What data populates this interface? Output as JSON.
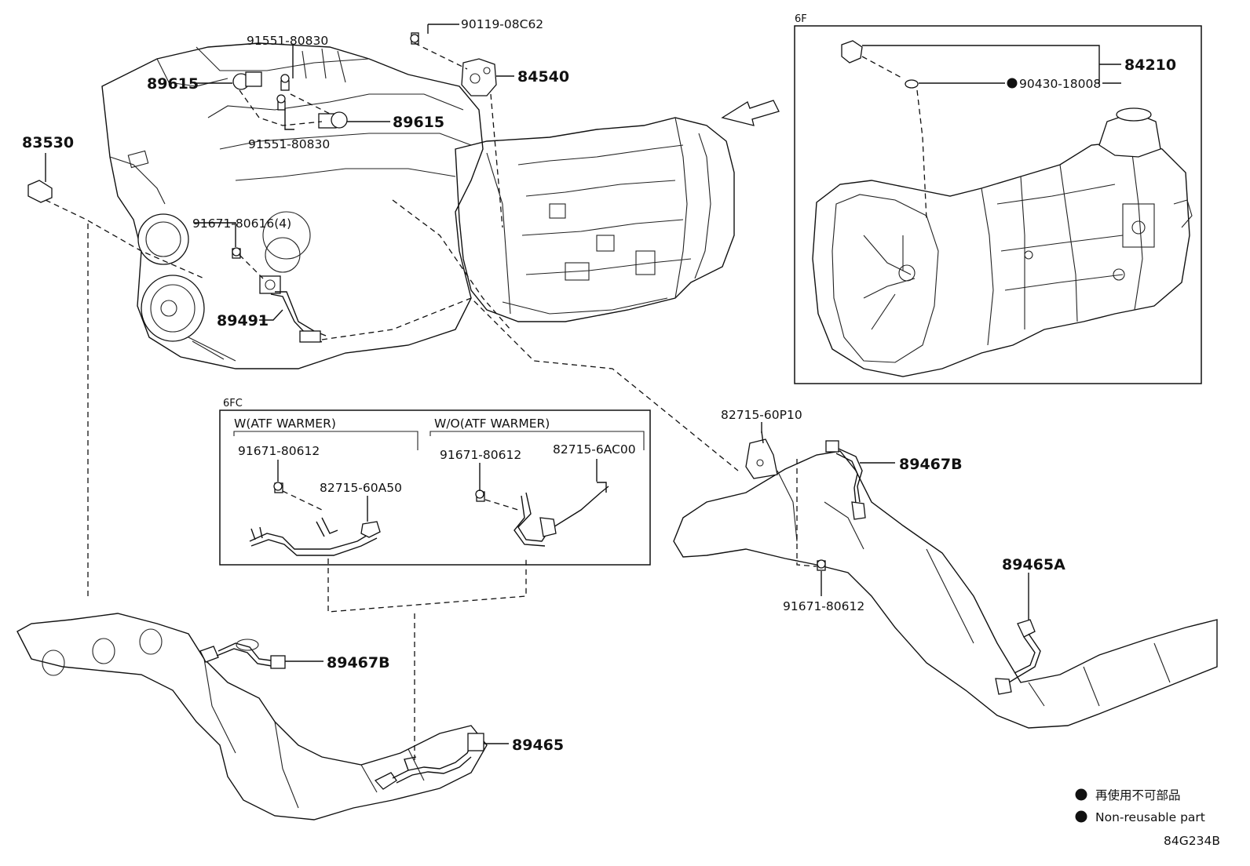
{
  "labels": {
    "p90119": "90119-08C62",
    "p91551_top": "91551-80830",
    "p89615_left": "89615",
    "p84540": "84540",
    "p89615_right": "89615",
    "p91551_bottom": "91551-80830",
    "p83530": "83530",
    "p91671_80616": "91671-80616(4)",
    "p89491": "89491",
    "p84210": "84210",
    "p90430": "90430-18008",
    "p82715_60p10": "82715-60P10",
    "p89467b_right": "89467B",
    "p91671_80612_right": "91671-80612",
    "p89465a": "89465A",
    "p89467b_left": "89467B",
    "p89465": "89465"
  },
  "box_6f": {
    "title": "6F"
  },
  "box_6fc": {
    "title": "6FC",
    "left_header": "W(ATF WARMER)",
    "right_header": "W/O(ATF WARMER)",
    "left_bolt": "91671-80612",
    "left_pipe": "82715-60A50",
    "right_bolt": "91671-80612",
    "right_pipe": "82715-6AC00"
  },
  "legend": {
    "items": [
      {
        "text": "再使用不可部品"
      },
      {
        "text": "Non-reusable part"
      }
    ]
  },
  "illustration_code": "84G234B"
}
